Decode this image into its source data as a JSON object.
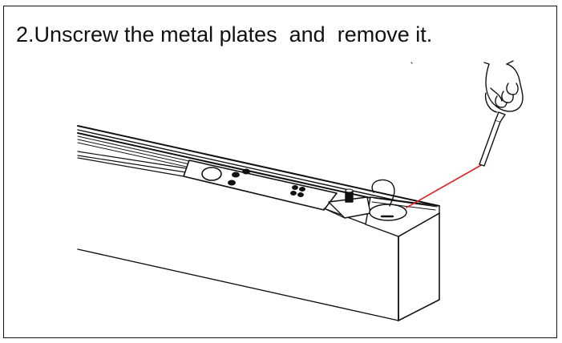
{
  "instruction": {
    "text": "2.Unscrew the metal plates  and  remove it."
  },
  "illustration": {
    "subject": "linear-light-fixture-with-metal-plate",
    "tool": "screwdriver-in-hand",
    "line_color": "#111111",
    "pointer_color": "#e0201f"
  }
}
